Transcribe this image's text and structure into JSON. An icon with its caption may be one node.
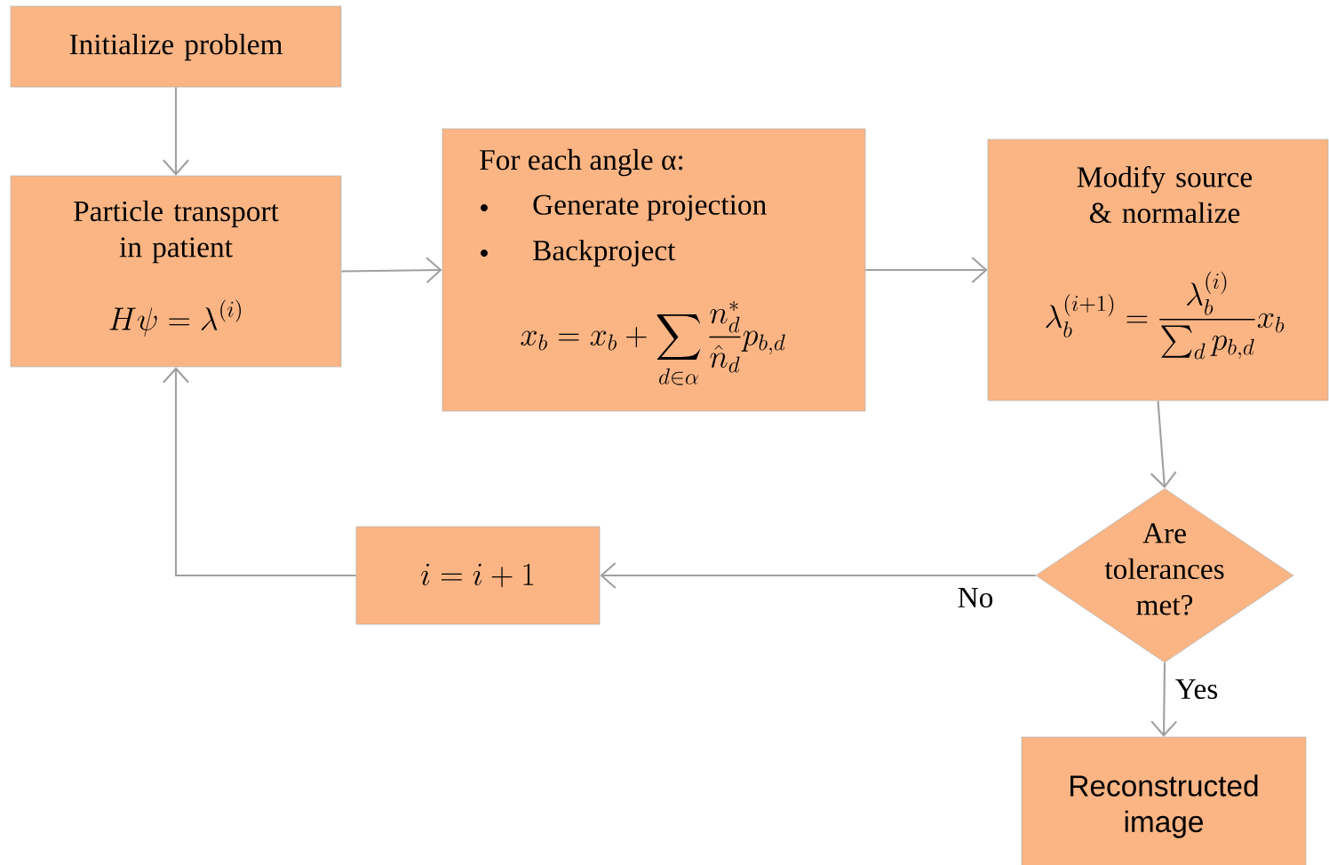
{
  "diagram": {
    "nodes": [
      {
        "text": [
          "Initialize problem"
        ]
      },
      {
        "text": [
          "Particle transport in patient",
          "H\\psi = \\lambda^{(i)}"
        ]
      },
      {
        "text": [
          "For each angle α:",
          "Generate projection",
          "Backproject",
          "x_b = x_b + \\sum_{d \\in \\alpha} \\frac{n_d^{*}}{\\hat{n}_d} p_{b,d}"
        ]
      },
      {
        "text": [
          "Modify source & normalize",
          "\\lambda_b^{(i+1)} = \\frac{\\lambda_b^{(i)}}{\\sum_d p_{b,d}} x_b"
        ]
      },
      {
        "text": [
          "Are tolerances met?"
        ]
      },
      {
        "text": [
          "i = i + 1"
        ]
      },
      {
        "text": [
          "Reconstructed image"
        ]
      }
    ],
    "edges": [
      {
        "from": 0,
        "to": 1,
        "arrow": "to"
      },
      {
        "from": 1,
        "to": 2,
        "arrow": "to"
      },
      {
        "from": 2,
        "to": 3,
        "arrow": "to"
      },
      {
        "from": 3,
        "to": 4,
        "arrow": "to"
      },
      {
        "from": 4,
        "to": 5,
        "arrow": "to",
        "label": "No"
      },
      {
        "from": 4,
        "to": 6,
        "arrow": "to",
        "label": "Yes"
      },
      {
        "from": 5,
        "to": 1,
        "arrow": "to"
      }
    ]
  }
}
